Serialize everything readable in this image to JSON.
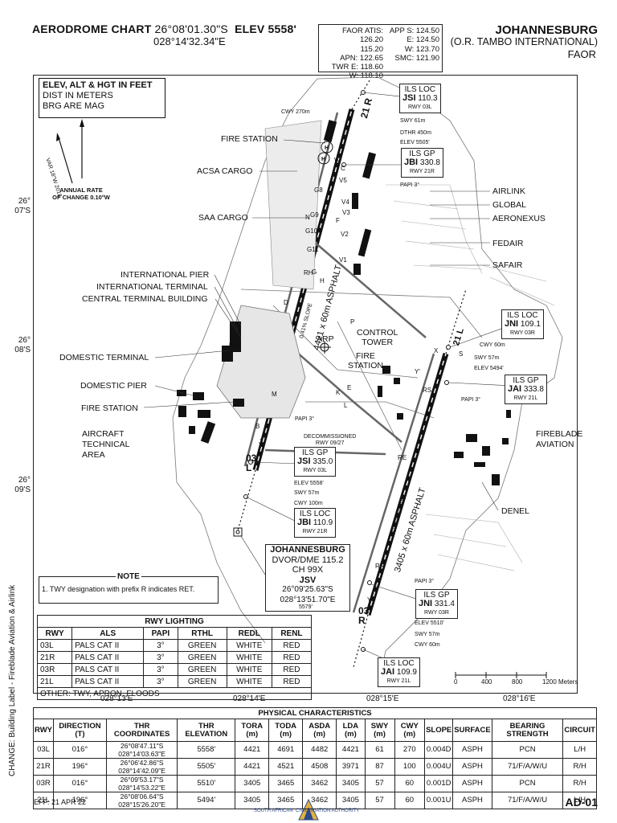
{
  "header": {
    "chart_type": "AERODROME CHART",
    "lat": "26°08'01.30\"S",
    "elev": "ELEV  5558'",
    "lon": "028°14'32.34\"E",
    "freqs_left": [
      "FAOR ATIS: 126.20",
      "115.20",
      "APN: 122.65",
      "TWR E: 118.60",
      "W: 118.10"
    ],
    "freqs_right": [
      "APP S: 124.50",
      "E: 124.50",
      "W: 123.70",
      "SMC: 121.90"
    ],
    "city": "JOHANNESBURG",
    "airport": "(O.R. TAMBO INTERNATIONAL)",
    "icao": "FAOR"
  },
  "legend_box": [
    "ELEV, ALT & HGT IN FEET",
    "DIST IN METERS",
    "BRG ARE MAG"
  ],
  "var": {
    "label": "VAR 18°W 2018",
    "rate": "ANNUAL RATE",
    "rate2": "OF CHANGE 0.10°W"
  },
  "lat_labels": [
    {
      "a": "26°",
      "b": "07'S"
    },
    {
      "a": "26°",
      "b": "08'S"
    },
    {
      "a": "26°",
      "b": "09'S"
    }
  ],
  "lon_labels": [
    "028°13'E",
    "028°14'E",
    "028°15'E",
    "028°16'E"
  ],
  "left_labels": [
    "FIRE STATION",
    "ACSA CARGO",
    "SAA CARGO",
    "INTERNATIONAL PIER",
    "INTERNATIONAL TERMINAL",
    "CENTRAL TERMINAL BUILDING",
    "DOMESTIC TERMINAL",
    "DOMESTIC  PIER",
    "FIRE STATION",
    "AIRCRAFT",
    "TECHNICAL",
    "AREA"
  ],
  "right_labels": [
    "AIRLINK",
    "GLOBAL",
    "AERONEXUS",
    "FEDAIR",
    "SAFAIR",
    "FIREBLADE",
    "AVIATION",
    "DENEL"
  ],
  "center_labels": {
    "control": "CONTROL",
    "tower": "TOWER",
    "fire": "FIRE",
    "station": "STATION",
    "arp": "ARP",
    "decom": "DECOMMISSIONED",
    "decom2": "RWY 09/27",
    "rwy1": "4421 x 60m  ASPHALT",
    "rwy1slope": "0.41% SLOPE",
    "rwy2": "3405 x 60m  ASPHALT",
    "rwy2slope": "0.14% SLOPE"
  },
  "small_labels": [
    "CWY 270m",
    "SWY 61m",
    "DTHR 450m",
    "ELEV 5505'",
    "PAPI 3°",
    "CWY 60m",
    "SWY 57m",
    "ELEV 5494'",
    "PAPI 3°",
    "PAPI 3°",
    "ELEV 5558'",
    "SWY 57m",
    "CWY 100m",
    "PAPI 3°",
    "ELEV 5510'",
    "SWY 57m",
    "CWY 60m"
  ],
  "nav": {
    "loc21r": {
      "t": "ILS LOC",
      "id": "JSI",
      "f": "110.3",
      "r": "RWY 03L"
    },
    "gp03l": {
      "t": "ILS GP",
      "id": "JBI",
      "f": "330.8",
      "r": "RWY 21R"
    },
    "loc03r": {
      "t": "ILS LOC",
      "id": "JNI",
      "f": "109.1",
      "r": "RWY 03R"
    },
    "gp21l": {
      "t": "ILS GP",
      "id": "JAI",
      "f": "333.8",
      "r": "RWY 21L"
    },
    "gp03": {
      "t": "ILS GP",
      "id": "JSI",
      "f": "335.0",
      "r": "RWY 03L"
    },
    "loc03l": {
      "t": "ILS LOC",
      "id": "JBI",
      "f": "110.9",
      "r": "RWY 21R"
    },
    "gp03r": {
      "t": "ILS GP",
      "id": "JNI",
      "f": "331.4",
      "r": "RWY 03R"
    },
    "loc21l": {
      "t": "ILS LOC",
      "id": "JAI",
      "f": "109.9",
      "r": "RWY 21L"
    }
  },
  "vor": {
    "t": "JOHANNESBURG",
    "l1": "DVOR/DME 115.2",
    "l2": "CH 99X",
    "id": "JSV",
    "c1": "26°09'25.63\"S",
    "c2": "028°13'51.70\"E",
    "elev": "5579'"
  },
  "note": {
    "title": "NOTE",
    "text": "1. TWY designation with prefix R indicates RET."
  },
  "scale": [
    "0",
    "400",
    "800",
    "1200 Meters"
  ],
  "twy": [
    "A",
    "B",
    "C",
    "D",
    "E",
    "F",
    "G",
    "H",
    "J",
    "K",
    "L",
    "M",
    "N",
    "P",
    "RS",
    "RE",
    "RR",
    "V1",
    "V2",
    "V3",
    "V4",
    "V5",
    "G8",
    "G9",
    "G10",
    "G11",
    "RH",
    "X",
    "Y",
    "Y'",
    "S",
    "W"
  ],
  "rwy_ends": {
    "r21": "21 R",
    "r03l": "03 L",
    "r03r": "03 R",
    "r21l": "21 L"
  },
  "rwy_lighting": {
    "title": "RWY LIGHTING",
    "headers": [
      "RWY",
      "ALS",
      "PAPI",
      "RTHL",
      "REDL",
      "RENL"
    ],
    "rows": [
      [
        "03L",
        "PALS CAT II",
        "3°",
        "GREEN",
        "WHITE",
        "RED"
      ],
      [
        "21R",
        "PALS CAT II",
        "3°",
        "GREEN",
        "WHITE",
        "RED"
      ],
      [
        "03R",
        "PALS CAT II",
        "3°",
        "GREEN",
        "WHITE",
        "RED"
      ],
      [
        "21L",
        "PALS CAT II",
        "3°",
        "GREEN",
        "WHITE",
        "RED"
      ]
    ],
    "other": "OTHER: TWY, APRON, FLOODS"
  },
  "physical": {
    "title": "PHYSICAL CHARACTERISTICS",
    "headers": [
      "RWY",
      "DIRECTION (T)",
      "THR COORDINATES",
      "THR ELEVATION",
      "TORA (m)",
      "TODA (m)",
      "ASDA (m)",
      "LDA (m)",
      "SWY (m)",
      "CWY (m)",
      "SLOPE",
      "SURFACE",
      "BEARING STRENGTH",
      "CIRCUIT"
    ],
    "rows": [
      [
        "03L",
        "016°",
        "26°08'47.11\"S 028°14'03.63\"E",
        "5558'",
        "4421",
        "4691",
        "4482",
        "4421",
        "61",
        "270",
        "0.004D",
        "ASPH",
        "PCN",
        "L/H"
      ],
      [
        "21R",
        "196°",
        "26°06'42.86\"S 028°14'42.09\"E",
        "5505'",
        "4421",
        "4521",
        "4508",
        "3971",
        "87",
        "100",
        "0.004U",
        "ASPH",
        "71/F/A/W/U",
        "R/H"
      ],
      [
        "03R",
        "016°",
        "26°09'53.17\"S 028°14'53.22\"E",
        "5510'",
        "3405",
        "3465",
        "3462",
        "3405",
        "57",
        "60",
        "0.001D",
        "ASPH",
        "PCN",
        "R/H"
      ],
      [
        "21L",
        "196°",
        "26°08'06.64\"S 028°15'26.20\"E",
        "5494'",
        "3405",
        "3465",
        "3462",
        "3405",
        "57",
        "60",
        "0.001U",
        "ASPH",
        "71/F/A/W/U",
        "L/H"
      ]
    ]
  },
  "footer": {
    "side": "CHANGE: Building Label - Fireblade Aviation & Airlink",
    "eff": "EFF: 21 APR 22",
    "authority": "SOUTH AFRICAN  CIVIL AVIATION AUTHORITY",
    "page": "AD-01"
  }
}
